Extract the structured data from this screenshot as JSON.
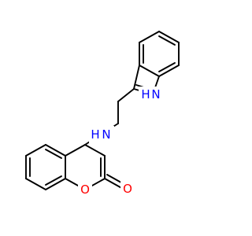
{
  "colors": {
    "background": "#ffffff",
    "bond": "#000000",
    "nitrogen": "#0000ff",
    "oxygen": "#ff0000"
  },
  "atoms": {
    "indole_nh": {
      "element": "N",
      "label": "H",
      "secondary": "N"
    },
    "amine_nh": {
      "element": "N",
      "label": "N",
      "secondary": "H"
    },
    "ring_o": {
      "element": "O",
      "label": "O"
    },
    "carbonyl_o": {
      "element": "O",
      "label": "O"
    }
  }
}
